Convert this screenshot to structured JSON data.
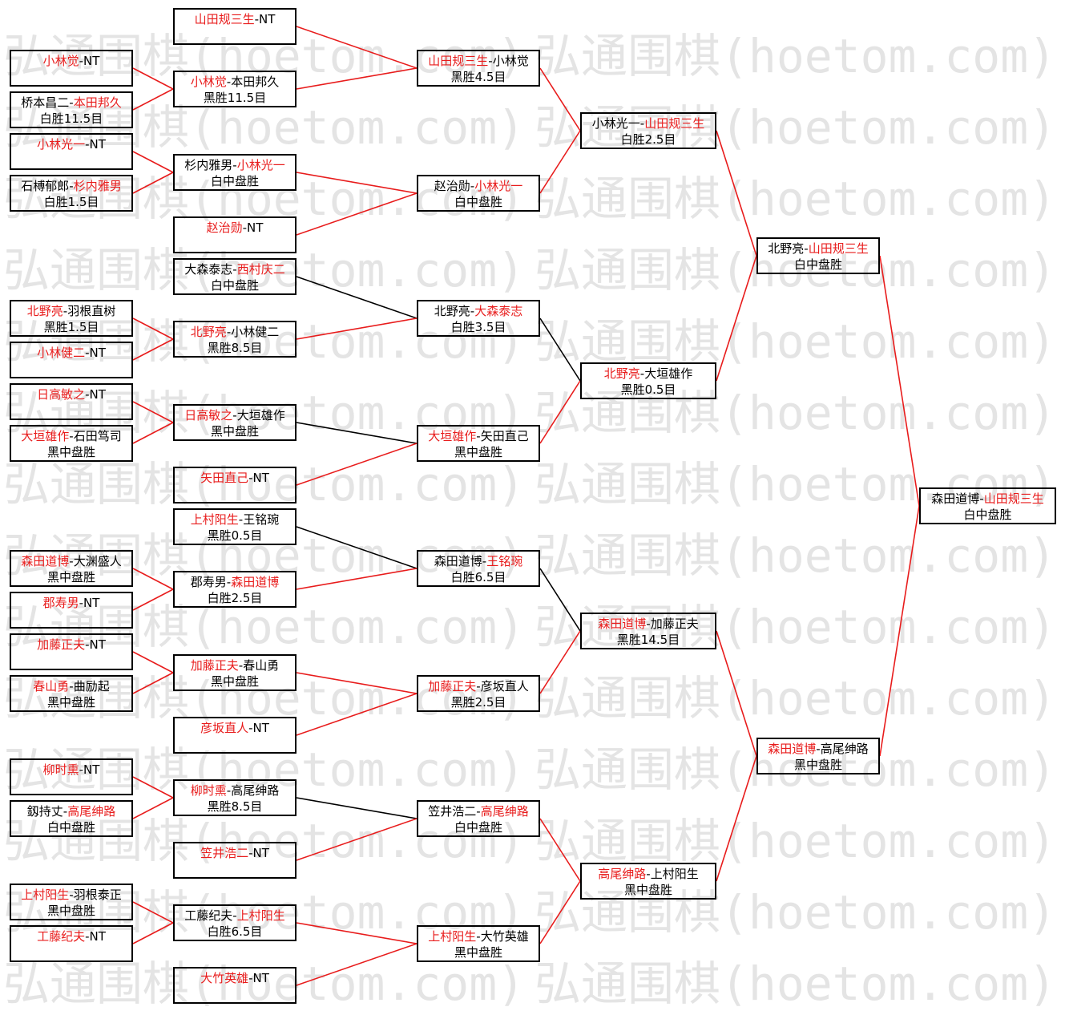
{
  "watermark": "弘通围棋(hoetom.com)",
  "separator": "-",
  "colors": {
    "highlight": "#e81c1c",
    "line_highlight": "#e81c1c",
    "line_plain": "#000000",
    "watermark": "#e4e4e4"
  },
  "bracket": {
    "players": [
      "森田道博",
      "山田规三生"
    ],
    "highlight": 1,
    "result": "白中盘胜",
    "children": [
      {
        "players": [
          "北野亮",
          "山田规三生"
        ],
        "highlight": 1,
        "result": "白中盘胜",
        "children": [
          {
            "players": [
              "小林光一",
              "山田规三生"
            ],
            "highlight": 1,
            "result": "白胜2.5目",
            "children": [
              {
                "players": [
                  "山田规三生",
                  "小林觉"
                ],
                "highlight": 0,
                "result": "黑胜4.5目",
                "children": [
                  {
                    "players": [
                      "山田规三生",
                      "NT"
                    ],
                    "highlight": 0
                  },
                  {
                    "players": [
                      "小林觉",
                      "本田邦久"
                    ],
                    "highlight": 0,
                    "result": "黑胜11.5目",
                    "children": [
                      {
                        "players": [
                          "小林觉",
                          "NT"
                        ],
                        "highlight": 0
                      },
                      {
                        "players": [
                          "桥本昌二",
                          "本田邦久"
                        ],
                        "highlight": 1,
                        "result": "白胜11.5目"
                      }
                    ]
                  }
                ]
              },
              {
                "players": [
                  "赵治勋",
                  "小林光一"
                ],
                "highlight": 1,
                "result": "白中盘胜",
                "children": [
                  {
                    "players": [
                      "杉内雅男",
                      "小林光一"
                    ],
                    "highlight": 1,
                    "result": "白中盘胜",
                    "children": [
                      {
                        "players": [
                          "小林光一",
                          "NT"
                        ],
                        "highlight": 0
                      },
                      {
                        "players": [
                          "石榑郁郎",
                          "杉内雅男"
                        ],
                        "highlight": 1,
                        "result": "白胜1.5目"
                      }
                    ]
                  },
                  {
                    "players": [
                      "赵治勋",
                      "NT"
                    ],
                    "highlight": 0
                  }
                ]
              }
            ]
          },
          {
            "players": [
              "北野亮",
              "大垣雄作"
            ],
            "highlight": 0,
            "result": "黑胜0.5目",
            "children": [
              {
                "players": [
                  "北野亮",
                  "大森泰志"
                ],
                "highlight": 1,
                "result": "白胜3.5目",
                "children": [
                  {
                    "players": [
                      "大森泰志",
                      "西村庆二"
                    ],
                    "highlight": 1,
                    "result": "白中盘胜"
                  },
                  {
                    "players": [
                      "北野亮",
                      "小林健二"
                    ],
                    "highlight": 0,
                    "result": "黑胜8.5目",
                    "children": [
                      {
                        "players": [
                          "北野亮",
                          "羽根直树"
                        ],
                        "highlight": 0,
                        "result": "黑胜1.5目"
                      },
                      {
                        "players": [
                          "小林健二",
                          "NT"
                        ],
                        "highlight": 0
                      }
                    ]
                  }
                ]
              },
              {
                "players": [
                  "大垣雄作",
                  "矢田直己"
                ],
                "highlight": 0,
                "result": "黑中盘胜",
                "children": [
                  {
                    "players": [
                      "日高敏之",
                      "大垣雄作"
                    ],
                    "highlight": 0,
                    "result": "黑中盘胜",
                    "children": [
                      {
                        "players": [
                          "日高敏之",
                          "NT"
                        ],
                        "highlight": 0
                      },
                      {
                        "players": [
                          "大垣雄作",
                          "石田笃司"
                        ],
                        "highlight": 0,
                        "result": "黑中盘胜"
                      }
                    ]
                  },
                  {
                    "players": [
                      "矢田直己",
                      "NT"
                    ],
                    "highlight": 0
                  }
                ]
              }
            ]
          }
        ]
      },
      {
        "players": [
          "森田道博",
          "高尾绅路"
        ],
        "highlight": 0,
        "result": "黑中盘胜",
        "children": [
          {
            "players": [
              "森田道博",
              "加藤正夫"
            ],
            "highlight": 0,
            "result": "黑胜14.5目",
            "children": [
              {
                "players": [
                  "森田道博",
                  "王铭琬"
                ],
                "highlight": 1,
                "result": "白胜6.5目",
                "children": [
                  {
                    "players": [
                      "上村阳生",
                      "王铭琬"
                    ],
                    "highlight": 0,
                    "result": "黑胜0.5目"
                  },
                  {
                    "players": [
                      "郡寿男",
                      "森田道博"
                    ],
                    "highlight": 1,
                    "result": "白胜2.5目",
                    "children": [
                      {
                        "players": [
                          "森田道博",
                          "大渊盛人"
                        ],
                        "highlight": 0,
                        "result": "黑中盘胜"
                      },
                      {
                        "players": [
                          "郡寿男",
                          "NT"
                        ],
                        "highlight": 0
                      }
                    ]
                  }
                ]
              },
              {
                "players": [
                  "加藤正夫",
                  "彦坂直人"
                ],
                "highlight": 0,
                "result": "黑胜2.5目",
                "children": [
                  {
                    "players": [
                      "加藤正夫",
                      "春山勇"
                    ],
                    "highlight": 0,
                    "result": "黑中盘胜",
                    "children": [
                      {
                        "players": [
                          "加藤正夫",
                          "NT"
                        ],
                        "highlight": 0
                      },
                      {
                        "players": [
                          "春山勇",
                          "曲励起"
                        ],
                        "highlight": 0,
                        "result": "黑中盘胜"
                      }
                    ]
                  },
                  {
                    "players": [
                      "彦坂直人",
                      "NT"
                    ],
                    "highlight": 0
                  }
                ]
              }
            ]
          },
          {
            "players": [
              "高尾绅路",
              "上村阳生"
            ],
            "highlight": 0,
            "result": "黑中盘胜",
            "children": [
              {
                "players": [
                  "笠井浩二",
                  "高尾绅路"
                ],
                "highlight": 1,
                "result": "白中盘胜",
                "children": [
                  {
                    "players": [
                      "柳时熏",
                      "高尾绅路"
                    ],
                    "highlight": 0,
                    "result": "黑胜8.5目",
                    "children": [
                      {
                        "players": [
                          "柳时熏",
                          "NT"
                        ],
                        "highlight": 0
                      },
                      {
                        "players": [
                          "釼持丈",
                          "高尾绅路"
                        ],
                        "highlight": 1,
                        "result": "白中盘胜"
                      }
                    ]
                  },
                  {
                    "players": [
                      "笠井浩二",
                      "NT"
                    ],
                    "highlight": 0
                  }
                ]
              },
              {
                "players": [
                  "上村阳生",
                  "大竹英雄"
                ],
                "highlight": 0,
                "result": "黑中盘胜",
                "children": [
                  {
                    "players": [
                      "工藤纪夫",
                      "上村阳生"
                    ],
                    "highlight": 1,
                    "result": "白胜6.5目",
                    "children": [
                      {
                        "players": [
                          "上村阳生",
                          "羽根泰正"
                        ],
                        "highlight": 0,
                        "result": "黑中盘胜"
                      },
                      {
                        "players": [
                          "工藤纪夫",
                          "NT"
                        ],
                        "highlight": 0
                      }
                    ]
                  },
                  {
                    "players": [
                      "大竹英雄",
                      "NT"
                    ],
                    "highlight": 0
                  }
                ]
              }
            ]
          }
        ]
      }
    ]
  }
}
